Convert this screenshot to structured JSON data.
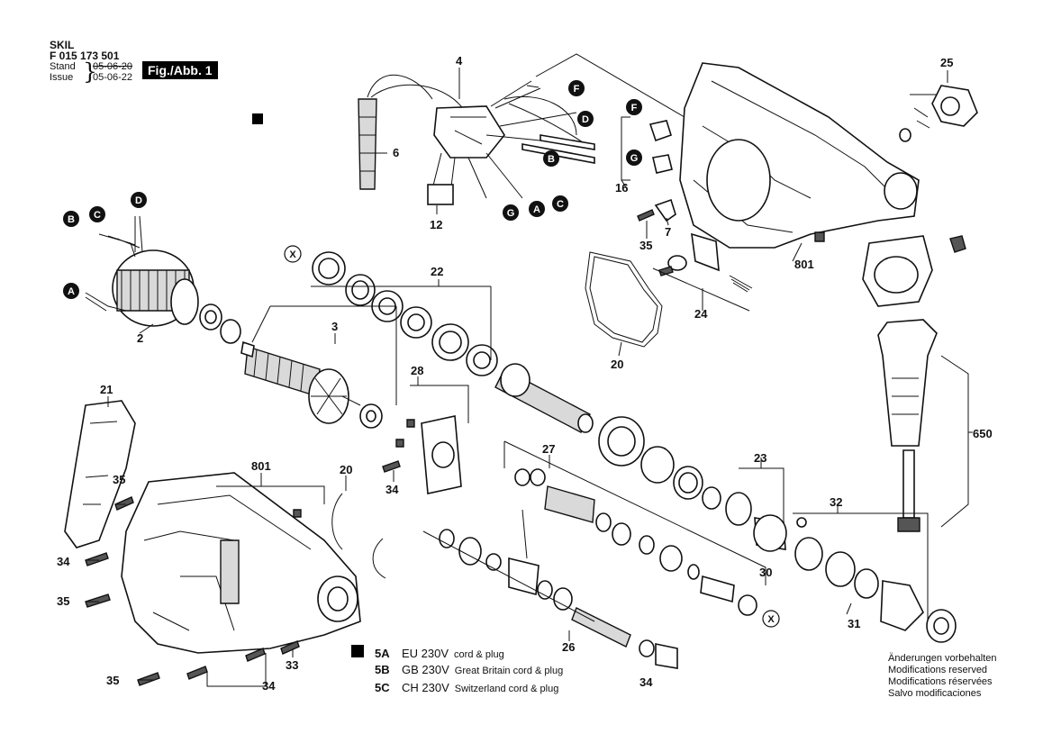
{
  "header": {
    "brand": "SKIL",
    "code": "F 015 173 501",
    "stand_label": "Stand",
    "stand_date": "05-06-20",
    "issue_label": "Issue",
    "issue_date": "05-06-22",
    "fig_label": "Fig./Abb. 1"
  },
  "part_labels": [
    "2",
    "3",
    "4",
    "6",
    "7",
    "12",
    "16",
    "20",
    "20",
    "21",
    "22",
    "23",
    "24",
    "25",
    "26",
    "27",
    "28",
    "30",
    "31",
    "32",
    "33",
    "34",
    "34",
    "34",
    "34",
    "35",
    "35",
    "35",
    "35",
    "650",
    "801",
    "801"
  ],
  "connectors": [
    "A",
    "B",
    "C",
    "D",
    "F",
    "G"
  ],
  "cross_ref": "X",
  "legend": {
    "items": [
      {
        "marker": "square",
        "code": "5A",
        "voltage": "EU 230V",
        "desc": "cord & plug"
      },
      {
        "marker": "",
        "code": "5B",
        "voltage": "GB 230V",
        "desc": "Great Britain cord & plug"
      },
      {
        "marker": "",
        "code": "5C",
        "voltage": "CH 230V",
        "desc": "Switzerland cord & plug"
      }
    ]
  },
  "notes": [
    "Änderungen vorbehalten",
    "Modifications reserved",
    "Modifications réservées",
    "Salvo modificaciones"
  ],
  "colors": {
    "ink": "#111111",
    "paper": "#ffffff",
    "shade": "#d9d9d9"
  }
}
